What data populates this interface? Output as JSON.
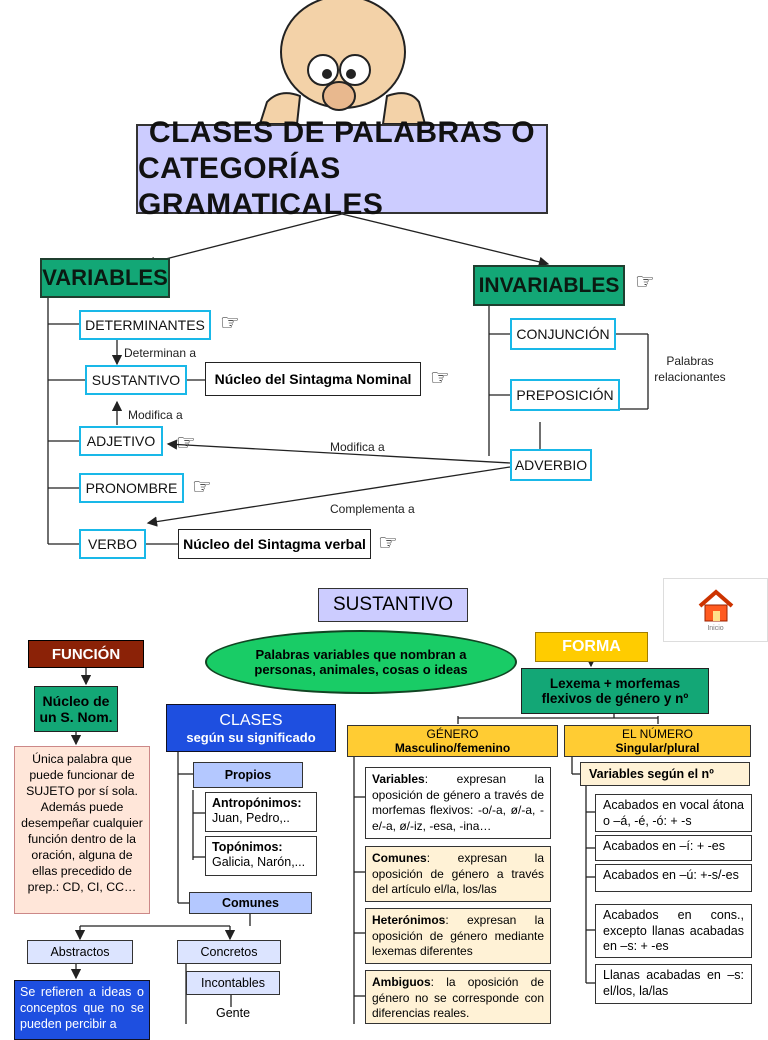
{
  "top": {
    "title_line1": "CLASES DE PALABRAS O",
    "title_line2": "CATEGORÍAS GRAMATICALES",
    "variables": "VARIABLES",
    "invariables": "INVARIABLES",
    "determinantes": "DETERMINANTES",
    "sustantivo": "SUSTANTIVO",
    "adjetivo": "ADJETIVO",
    "pronombre": "PRONOMBRE",
    "verbo": "VERBO",
    "conjuncion": "CONJUNCIÓN",
    "preposicion": "PREPOSICIÓN",
    "adverbio": "ADVERBIO",
    "nucleo_nominal": "Núcleo del Sintagma Nominal",
    "nucleo_verbal": "Núcleo del Sintagma verbal",
    "determinan_a": "Determinan a",
    "modifica_a_1": "Modifica a",
    "modifica_a_2": "Modifica a",
    "complementa_a": "Complementa a",
    "palabras_line1": "Palabras",
    "palabras_line2": "relacionantes"
  },
  "bottom": {
    "sustantivo": "SUSTANTIVO",
    "funcion": "FUNCIÓN",
    "forma": "FORMA",
    "definition_line1": "Palabras variables que nombran a",
    "definition_line2": "personas, animales, cosas o  ideas",
    "nucleo_line1": "Núcleo de",
    "nucleo_line2": "un S. Nom.",
    "unica_text": "Única palabra que puede funcionar de SUJETO por sí sola. Además puede desempeñar cualquier función dentro de la oración, alguna de ellas precedido de prep.: CD, CI, CC…",
    "clases_line1": "CLASES",
    "clases_line2": "según su significado",
    "lexema_line1": "Lexema + morfemas",
    "lexema_line2": "flexivos de género y nº",
    "genero_line1": "GÉNERO",
    "genero_line2": "Masculino/femenino",
    "numero_line1": "EL NÚMERO",
    "numero_line2": "Singular/plural",
    "propios": "Propios",
    "antroponimos_label": "Antropónimos:",
    "antroponimos_examples": "Juan, Pedro,..",
    "toponimos_label": "Topónimos:",
    "toponimos_examples": "Galicia, Narón,...",
    "comunes": "Comunes",
    "abstractos": "Abstractos",
    "concretos": "Concretos",
    "incontables": "Incontables",
    "gente": "Gente",
    "abstract_text": "Se refieren a ideas o conceptos que no se pueden percibir a",
    "gen_variables_label": "Variables",
    "gen_variables_text": ": expresan la oposición de género a través de morfemas flexivos: -o/-a, ø/-a, -e/-a, ø/-iz, -esa, -ina…",
    "gen_comunes_label": "Comunes",
    "gen_comunes_text": ": expresan la oposición de género a través del artículo el/la, los/las",
    "gen_heteronimos_label": "Heterónimos",
    "gen_heteronimos_text": ": expresan la oposición de género mediante lexemas diferentes",
    "gen_ambiguos_label": "Ambiguos",
    "gen_ambiguos_text": ": la oposición de género no se corresponde con diferencias reales.",
    "num_header": "Variables según el nº",
    "num_1": "Acabados en vocal átona o –á, -é, -ó: + -s",
    "num_2": "Acabados en –í: + -es",
    "num_3": "Acabados en –ú: +-s/-es",
    "num_4": "Acabados en cons., excepto llanas acabadas en –s: + -es",
    "num_5": "Llanas acabadas en –s: el/los, la/las",
    "inicio": "Inicio"
  },
  "icons": [
    "pointing-hand-icon",
    "home-icon",
    "cartoon-head-icon"
  ],
  "colors": {
    "title_bg": "#ccccff",
    "green": "#13a776",
    "cyan_border": "#19b8e8",
    "funcion_bg": "#8b2207",
    "forma_bg": "#ffcc00",
    "clases_bg": "#1e4fe0",
    "ellipse_bg": "#19cc66"
  }
}
